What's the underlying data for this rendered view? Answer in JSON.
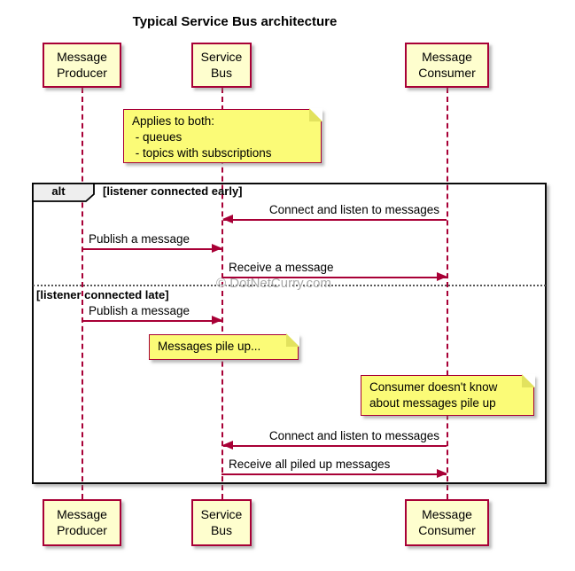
{
  "title": "Typical Service Bus architecture",
  "diagram_type": "uml-sequence-diagram",
  "participants": [
    {
      "name": "Message Producer"
    },
    {
      "name": "Service Bus"
    },
    {
      "name": "Message Consumer"
    }
  ],
  "notes": [
    {
      "lines": [
        "Applies to both:",
        " - queues",
        " - topics with subscriptions"
      ],
      "anchor": "Service Bus"
    },
    {
      "lines": [
        "Messages pile up..."
      ],
      "anchor": "Service Bus"
    },
    {
      "lines": [
        "Consumer doesn't know",
        "about messages pile up"
      ],
      "anchor": "Message Consumer"
    }
  ],
  "alt_frame": {
    "operator": "alt",
    "sections": [
      {
        "guard": "[listener connected early]"
      },
      {
        "guard": "[listener connected late]"
      }
    ]
  },
  "messages": [
    {
      "label": "Connect and listen to messages",
      "from": "Message Consumer",
      "to": "Service Bus",
      "section": 0
    },
    {
      "label": "Publish a message",
      "from": "Message Producer",
      "to": "Service Bus",
      "section": 0
    },
    {
      "label": "Receive a message",
      "from": "Service Bus",
      "to": "Message Consumer",
      "section": 0
    },
    {
      "label": "Publish a message",
      "from": "Message Producer",
      "to": "Service Bus",
      "section": 1
    },
    {
      "label": "Connect and listen to messages",
      "from": "Message Consumer",
      "to": "Service Bus",
      "section": 1
    },
    {
      "label": "Receive all piled up messages",
      "from": "Service Bus",
      "to": "Message Consumer",
      "section": 1
    }
  ],
  "watermark": "© DotNetCurry.com",
  "colors": {
    "participant_fill": "#fefece",
    "note_fill": "#fbfb77",
    "accent_border_arrow": "#a80036",
    "frame_border": "#0a0a0a",
    "badge_fill": "#eeeeee",
    "watermark_gray": "#a9a9a9",
    "background": "#ffffff"
  }
}
